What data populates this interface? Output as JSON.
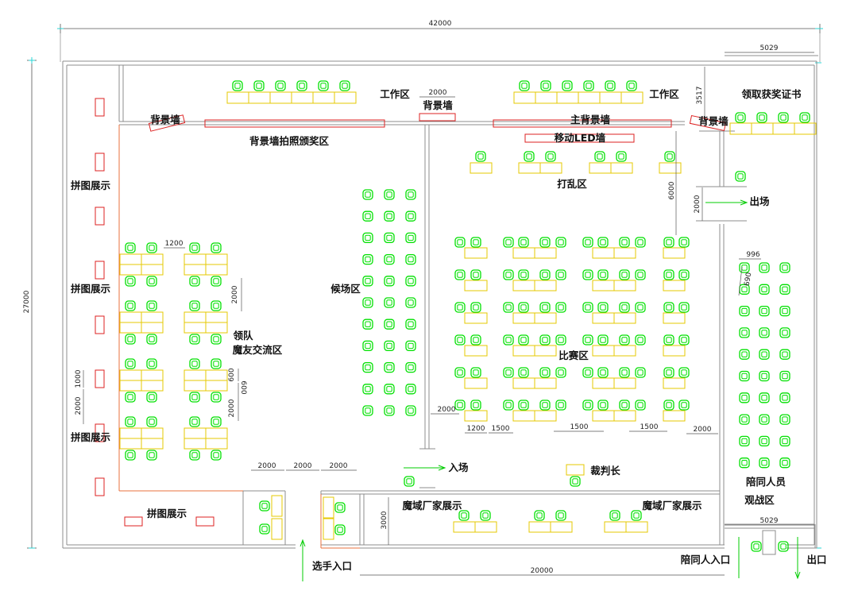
{
  "dimensions": {
    "total_width": "42000",
    "total_height": "27000",
    "award_area_width": "5029",
    "exit_area_width": "5029",
    "bg_wall_small": "2000",
    "work_gap": "3517",
    "exit_wall": "2000",
    "shuffle_depth": "6000",
    "seat_996": "996",
    "seat_690": "690",
    "team_table_1200": "1200",
    "team_row_2000": "2000",
    "team_table_600": "600",
    "team_gap_600": "600",
    "team_col_2000": "2000",
    "left_1000": "1000",
    "left_2000": "2000",
    "bottom_2000_a": "2000",
    "bottom_2000_b": "2000",
    "bottom_2000_c": "2000",
    "match_1200": "1200",
    "match_1500_a": "1500",
    "match_1500_b": "1500",
    "match_1500_c": "1500",
    "match_2000_left": "2000",
    "match_2000_right": "2000",
    "expo_3000": "3000",
    "bottom_20000": "20000"
  },
  "labels": {
    "work_zone_left": "工作区",
    "work_zone_right": "工作区",
    "bg_wall_left": "背景墙",
    "bg_wall_center": "背景墙",
    "bg_wall_right": "背景墙",
    "photo_award": "背景墙拍照颁奖区",
    "main_bg_wall": "主背景墙",
    "mobile_led": "移动LED墙",
    "certificate": "领取获奖证书",
    "shuffle": "打乱区",
    "exit_venue": "出场",
    "puzzle_1": "拼图展示",
    "puzzle_2": "拼图展示",
    "puzzle_3": "拼图展示",
    "puzzle_4": "拼图展示",
    "waiting": "候场区",
    "leader_line1": "领队",
    "leader_line2": "魔友交流区",
    "match": "比赛区",
    "enter_venue": "入场",
    "chief_judge": "裁判长",
    "companion_line1": "陪同人员",
    "companion_line2": "观战区",
    "expo_left": "魔域厂家展示",
    "expo_right": "魔域厂家展示",
    "player_entrance": "选手入口",
    "companion_entrance": "陪同人入口",
    "exit": "出口"
  },
  "colors": {
    "wall": "#8c8c8c",
    "chair": "#00e000",
    "table": "#e6c800",
    "red": "#dd2222",
    "orange": "#e8703c",
    "cyan": "#2ad6d6",
    "green_arrow": "#00cc00"
  }
}
